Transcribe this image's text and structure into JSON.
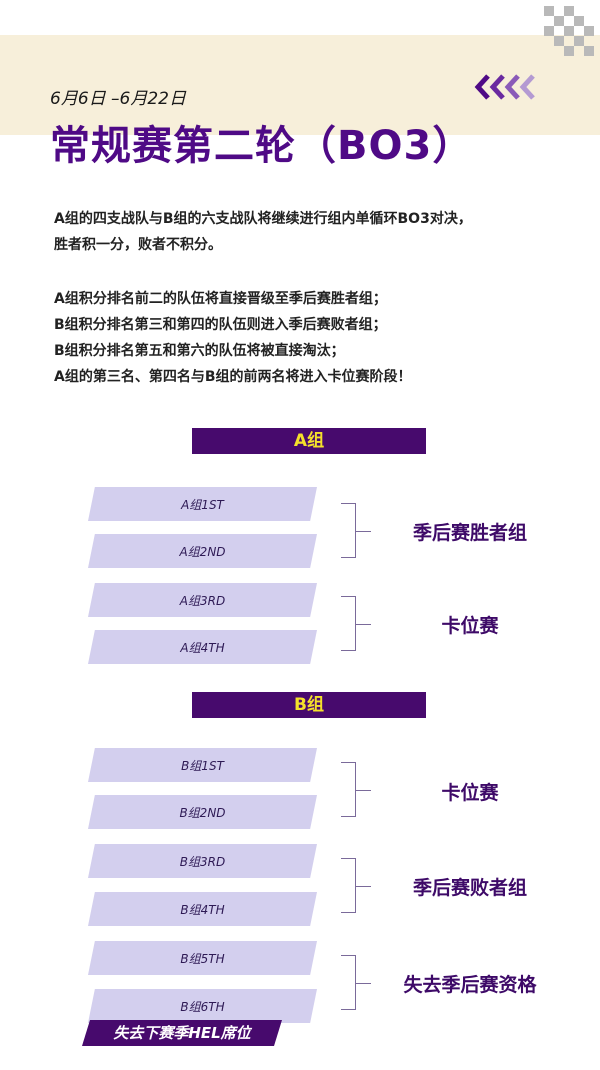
{
  "header": {
    "date_range": "6月6日 –6月22日",
    "title": "常规赛第二轮（BO3）"
  },
  "intro": {
    "lines": [
      "A组的四支战队与B组的六支战队将继续进行组内单循环BO3对决，",
      "胜者积一分，败者不积分。"
    ],
    "rules": [
      "A组积分排名前二的队伍将直接晋级至季后赛胜者组；",
      "B组积分排名第三和第四的队伍则进入季后赛败者组；",
      "B组积分排名第五和第六的队伍将被直接淘汰；",
      "A组的第三名、第四名与B组的前两名将进入卡位赛阶段！"
    ]
  },
  "group_a": {
    "label": "A组",
    "slots": [
      "A组1ST",
      "A组2ND",
      "A组3RD",
      "A组4TH"
    ],
    "results": [
      "季后赛胜者组",
      "卡位赛"
    ]
  },
  "group_b": {
    "label": "B组",
    "slots": [
      "B组1ST",
      "B组2ND",
      "B组3RD",
      "B组4TH",
      "B组5TH",
      "B组6TH"
    ],
    "results": [
      "卡位赛",
      "季后赛败者组",
      "失去季后赛资格"
    ],
    "penalty": "失去下赛季HEL席位"
  },
  "colors": {
    "primary": "#4f0a86",
    "header_bar": "#470a6d",
    "accent_yellow": "#f4e12b",
    "slot": "#d3cfee",
    "band": "#f7efda"
  },
  "icons": [
    "checker-pattern-icon",
    "chevrons-left-icon"
  ]
}
